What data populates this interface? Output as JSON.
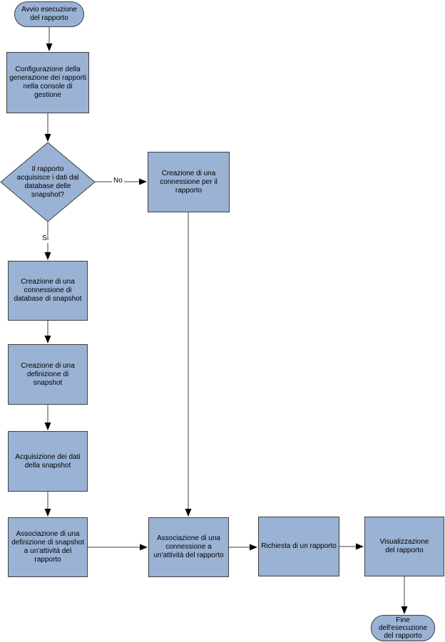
{
  "diagram": {
    "type": "flowchart",
    "language": "it",
    "colors": {
      "background": "#ffffff",
      "node_fill": "#9ab2d4",
      "node_border": "#3f3f3f",
      "connector": "#3f3f3f",
      "arrowhead": "#000000",
      "text": "#000000"
    },
    "nodes": {
      "start": {
        "type": "terminator",
        "label": "Avvio esecuzione del rapporto"
      },
      "configure": {
        "type": "process",
        "label": "Configurazione della generazione dei rapporti nella console di gestione"
      },
      "decision_snapshot": {
        "type": "decision",
        "label": "Il rapporto acquisisce i dati dal database delle snapshot?"
      },
      "create_report_connection": {
        "type": "process",
        "label": "Creazione di una connessione per il rapporto"
      },
      "create_snapshot_db_connection": {
        "type": "process",
        "label": "Creazione di una connessione di database di snapshot"
      },
      "create_snapshot_definition": {
        "type": "process",
        "label": "Creazione di una definizione di snapshot"
      },
      "acquire_snapshot_data": {
        "type": "process",
        "label": "Acquisizione dei dati della snapshot"
      },
      "associate_snapshot_definition": {
        "type": "process",
        "label": "Associazione di una definizione di snapshot a un'attività del rapporto"
      },
      "associate_connection": {
        "type": "process",
        "label": "Associazione di una connessione a un'attività del rapporto"
      },
      "request_report": {
        "type": "process",
        "label": "Richiesta di un rapporto"
      },
      "view_report": {
        "type": "process",
        "label": "Visualizzazione del rapporto"
      },
      "end": {
        "type": "terminator",
        "label": "Fine dell'esecuzione del rapporto"
      }
    },
    "edge_labels": {
      "no": "No",
      "yes": "Sì"
    }
  }
}
